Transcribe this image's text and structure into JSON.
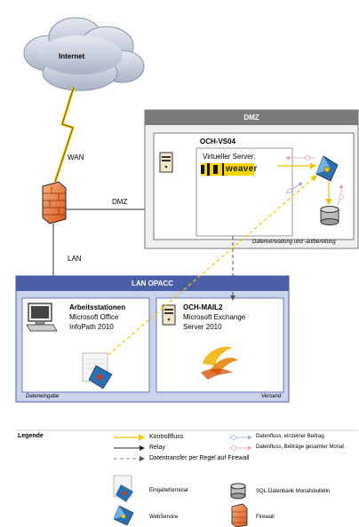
{
  "cloud": {
    "label": "Internet"
  },
  "links": {
    "wan": "WAN",
    "dmz": "DMZ",
    "lan": "LAN"
  },
  "dmz_zone": {
    "title": "DMZ",
    "server_name": "OCH-VS04",
    "virtual_label": "Virtueller Server:",
    "weaver_logo": "weaver",
    "caption": "Datenverwaltung und -aufbereitung"
  },
  "lan_zone": {
    "title": "LAN OPACC",
    "workstations": {
      "title": "Arbeitsstationen",
      "line1": "Microsoft Office",
      "line2": "InfoPath 2010",
      "caption": "Dateneingabe"
    },
    "mail": {
      "title": "OCH-MAIL2",
      "line1": "Microsoft Exchange",
      "line2": "Server 2010",
      "caption": "Versand"
    }
  },
  "legend": {
    "title": "Legende",
    "items": {
      "kontrollfluss": "Kontrollfluss",
      "relay": "Relay",
      "datentransfer": "Datentransfer per Regel auf Firewall",
      "einzel": "Datenfluss, einzelner Beitrag",
      "gesamt": "Datenfluss, Beiträge gesamter Monat",
      "eingabe": "Eingabeformular",
      "sql": "SQL-Datenbank Monatsbulletin",
      "webservice": "WebService",
      "firewall": "Firewall"
    }
  },
  "colors": {
    "yellow": "#f5c400",
    "pink": "#e99ac2",
    "blue_header": "#4a5fa8",
    "lan_fill": "#c9d3ec",
    "grey_header": "#7a7a7a",
    "dmz_fill": "#f0f0f0",
    "firewall": "#e8703a"
  }
}
